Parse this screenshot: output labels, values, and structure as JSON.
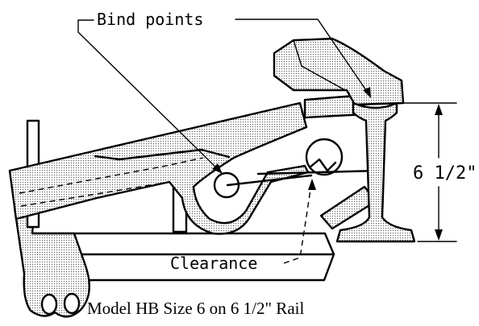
{
  "labels": {
    "bind_points": "Bind points",
    "clearance": "Clearance",
    "rail_height": "6 1/2\"",
    "caption": "Model HB Size 6 on 6 1/2\" Rail"
  }
}
